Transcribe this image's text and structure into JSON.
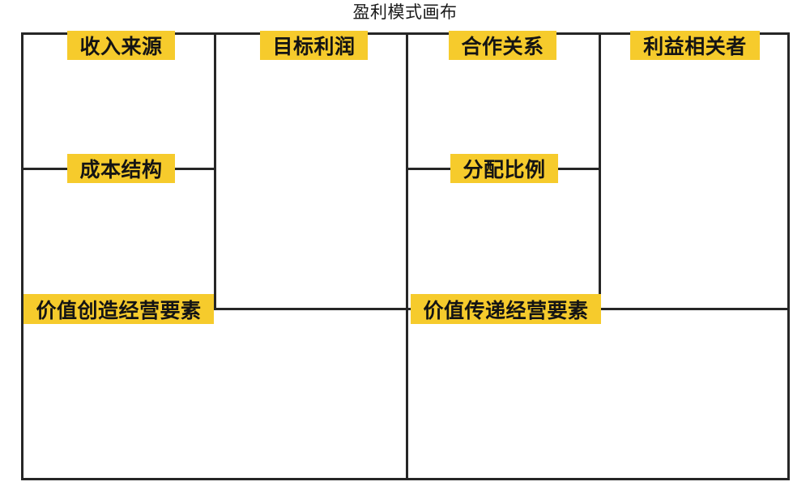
{
  "title": "盈利模式画布",
  "theme": {
    "tag_background": "#F6CB2C",
    "line_color": "#262626",
    "text_color": "#141414",
    "page_background": "#FFFFFF"
  },
  "sections": {
    "revenue_sources": "收入来源",
    "target_profit": "目标利润",
    "partnerships": "合作关系",
    "stakeholders": "利益相关者",
    "cost_structure": "成本结构",
    "distribution_ratio": "分配比例",
    "value_creation_elements": "价值创造经营要素",
    "value_delivery_elements": "价值传递经营要素"
  },
  "cells": {
    "revenue_sources_body": "",
    "target_profit_body": "",
    "partnerships_body": "",
    "stakeholders_body": "",
    "cost_structure_body": "",
    "distribution_ratio_body": "",
    "value_creation_body": "",
    "value_delivery_body": ""
  }
}
